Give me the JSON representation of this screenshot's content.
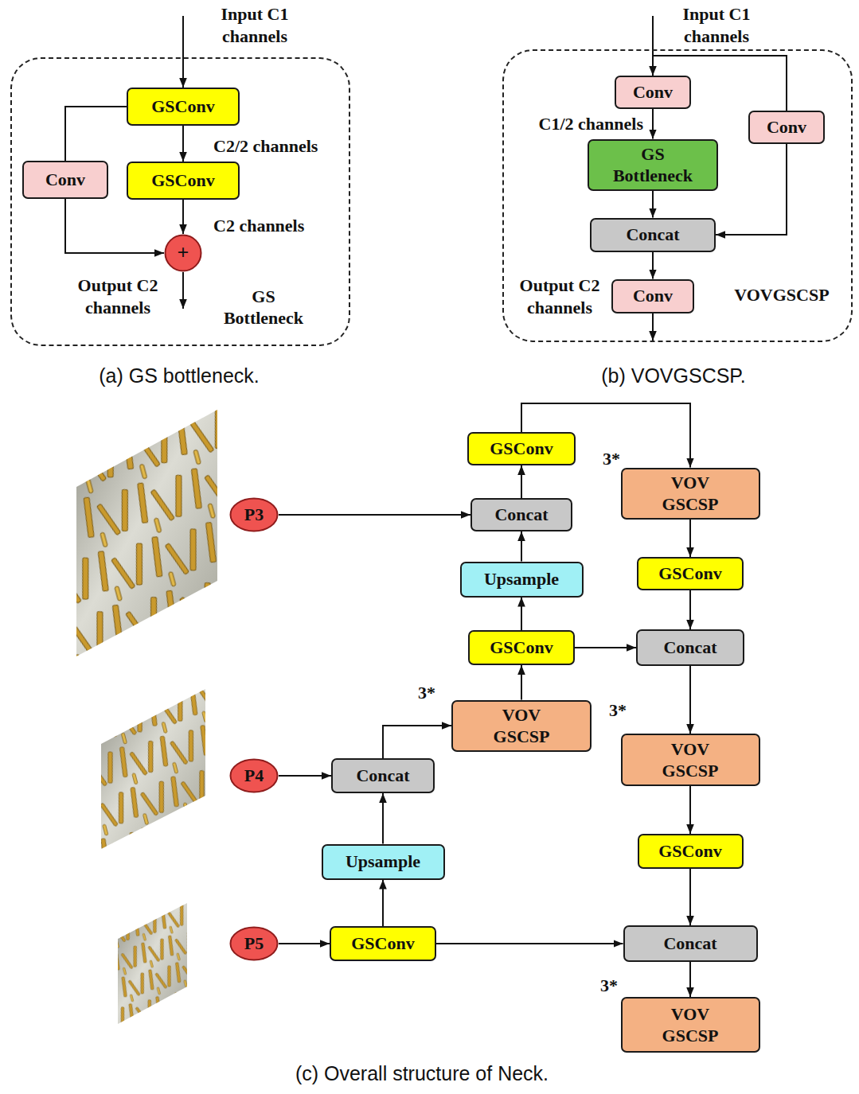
{
  "diagram": {
    "nodes": [
      {
        "text": [
          "GS Bottleneck"
        ]
      },
      {
        "text": [
          "GSConv"
        ],
        "in": 0
      },
      {
        "text": [
          "Conv"
        ],
        "in": 0
      },
      {
        "text": [
          "GSConv"
        ],
        "in": 0
      },
      {
        "text": [
          "+"
        ],
        "in": 0
      },
      {
        "text": [
          "VOVGSCSP"
        ]
      },
      {
        "text": [
          "Conv"
        ],
        "in": 5
      },
      {
        "text": [
          "Conv"
        ],
        "in": 5
      },
      {
        "text": [
          "GS Bottleneck"
        ],
        "in": 5
      },
      {
        "text": [
          "Concat"
        ],
        "in": 5
      },
      {
        "text": [
          "Conv"
        ],
        "in": 5
      },
      {
        "text": [
          "GSConv"
        ]
      },
      {
        "text": [
          "VOV GSCSP"
        ]
      },
      {
        "text": [
          "P3"
        ]
      },
      {
        "text": [
          "Concat"
        ]
      },
      {
        "text": [
          "GSConv"
        ]
      },
      {
        "text": [
          "Upsample"
        ]
      },
      {
        "text": [
          "GSConv"
        ]
      },
      {
        "text": [
          "Concat"
        ]
      },
      {
        "text": [
          "VOV GSCSP"
        ]
      },
      {
        "text": [
          "VOV GSCSP"
        ]
      },
      {
        "text": [
          "P4"
        ]
      },
      {
        "text": [
          "Concat"
        ]
      },
      {
        "text": [
          "GSConv"
        ]
      },
      {
        "text": [
          "Upsample"
        ]
      },
      {
        "text": [
          "P5"
        ]
      },
      {
        "text": [
          "GSConv"
        ]
      },
      {
        "text": [
          "Concat"
        ]
      },
      {
        "text": [
          "VOV GSCSP"
        ]
      }
    ],
    "edges": [
      {
        "from": 1,
        "to": 3,
        "arrow": "to",
        "label": "C2/2 channels"
      },
      {
        "from": 1,
        "to": 2,
        "arrow": "none"
      },
      {
        "from": 3,
        "to": 4,
        "arrow": "to",
        "label": "C2 channels"
      },
      {
        "from": 2,
        "to": 4,
        "arrow": "to"
      },
      {
        "from": 6,
        "to": 8,
        "arrow": "to",
        "label": "C1/2 channels"
      },
      {
        "from": 8,
        "to": 9,
        "arrow": "to"
      },
      {
        "from": 7,
        "to": 9,
        "arrow": "to"
      },
      {
        "from": 9,
        "to": 10,
        "arrow": "to"
      },
      {
        "from": 13,
        "to": 14,
        "arrow": "to"
      },
      {
        "from": 21,
        "to": 22,
        "arrow": "to"
      },
      {
        "from": 25,
        "to": 26,
        "arrow": "to"
      },
      {
        "from": 26,
        "to": 24,
        "arrow": "to"
      },
      {
        "from": 24,
        "to": 22,
        "arrow": "to"
      },
      {
        "from": 22,
        "to": 19,
        "arrow": "to"
      },
      {
        "from": 19,
        "to": 17,
        "arrow": "to"
      },
      {
        "from": 17,
        "to": 16,
        "arrow": "to"
      },
      {
        "from": 16,
        "to": 14,
        "arrow": "to"
      },
      {
        "from": 14,
        "to": 11,
        "arrow": "to"
      },
      {
        "from": 11,
        "to": 12,
        "arrow": "to"
      },
      {
        "from": 12,
        "to": 15,
        "arrow": "to"
      },
      {
        "from": 15,
        "to": 18,
        "arrow": "to"
      },
      {
        "from": 17,
        "to": 18,
        "arrow": "to"
      },
      {
        "from": 18,
        "to": 20,
        "arrow": "to"
      },
      {
        "from": 20,
        "to": 23,
        "arrow": "to"
      },
      {
        "from": 23,
        "to": 27,
        "arrow": "to"
      },
      {
        "from": 26,
        "to": 27,
        "arrow": "to"
      },
      {
        "from": 27,
        "to": 28,
        "arrow": "to"
      }
    ],
    "labels": [
      "Input C1 channels",
      "Output C2 channels",
      "(a) GS bottleneck.",
      "Input C1 channels",
      "Output C2 channels",
      "(b) VOVGSCSP.",
      "3*",
      "3*",
      "3*",
      "3*",
      "(c) Overall structure of Neck."
    ]
  }
}
